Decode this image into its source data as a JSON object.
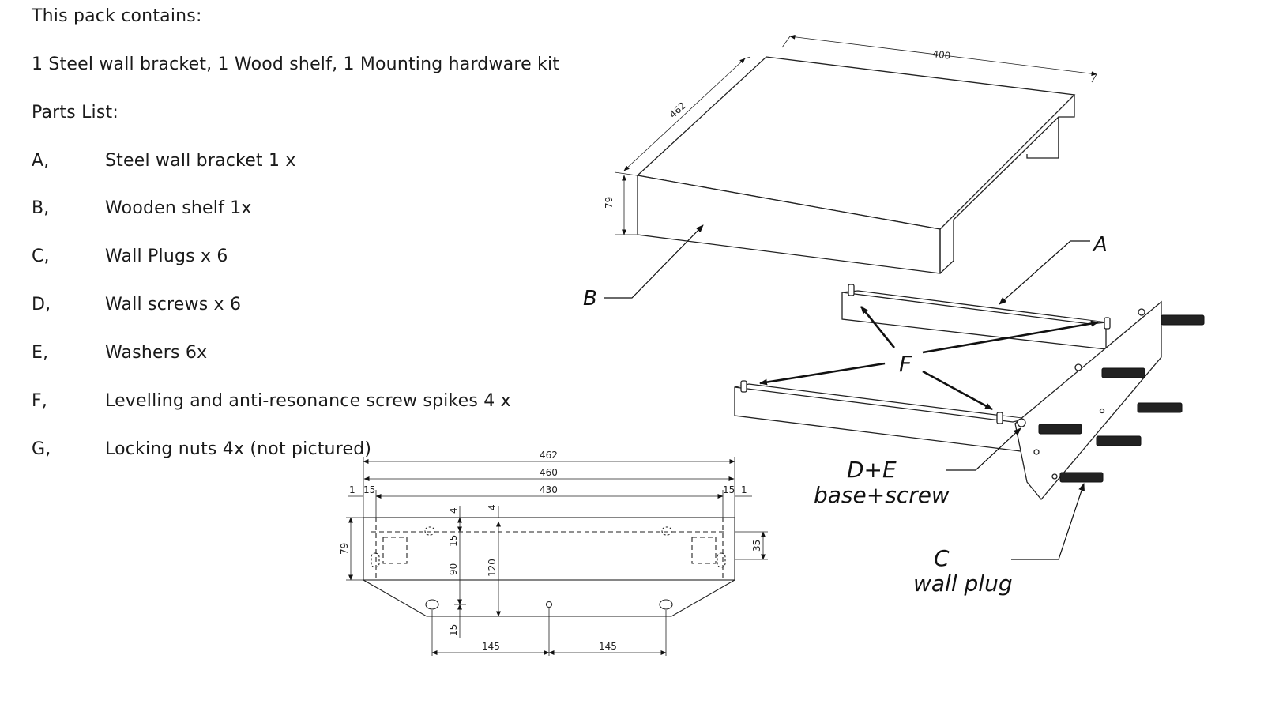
{
  "intro": {
    "heading": "This pack contains:",
    "contents": "1 Steel wall bracket, 1 Wood shelf, 1 Mounting hardware kit",
    "parts_heading": "Parts List:"
  },
  "parts": [
    {
      "letter": "A,",
      "desc": "Steel wall bracket 1 x"
    },
    {
      "letter": "B,",
      "desc": "Wooden shelf 1x"
    },
    {
      "letter": "C,",
      "desc": "Wall Plugs x 6"
    },
    {
      "letter": "D,",
      "desc": "Wall screws x 6"
    },
    {
      "letter": "E,",
      "desc": "Washers 6x"
    },
    {
      "letter": "F,",
      "desc": "Levelling and anti-resonance screw spikes 4 x"
    },
    {
      "letter": "G,",
      "desc": "Locking nuts 4x (not pictured)"
    }
  ],
  "iso_view": {
    "dim_width": "400",
    "dim_depth": "462",
    "dim_height": "79",
    "label_a": "A",
    "label_b": "B",
    "label_c": "C",
    "label_c_sub": "wall plug",
    "label_de": "D+E",
    "label_de_sub": "base+screw",
    "label_f": "F"
  },
  "plan_view": {
    "dim_462": "462",
    "dim_460": "460",
    "dim_430": "430",
    "dim_1_left": "1",
    "dim_15_left": "15",
    "dim_15_right": "15",
    "dim_1_right": "1",
    "dim_4_a": "4",
    "dim_4_b": "4",
    "dim_79": "79",
    "dim_15_v": "15",
    "dim_90": "90",
    "dim_120": "120",
    "dim_35": "35",
    "dim_15_bottom": "15",
    "dim_145_left": "145",
    "dim_145_right": "145"
  }
}
